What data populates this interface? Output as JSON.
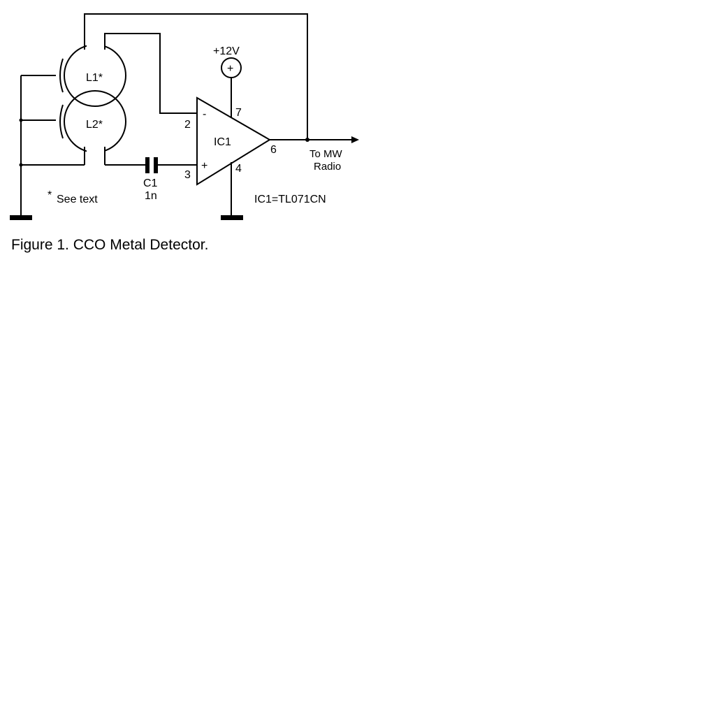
{
  "schematic": {
    "coil_l1": "L1*",
    "coil_l2": "L2*",
    "supply": "+12V",
    "supply_symbol": "+",
    "ic_name": "IC1",
    "inverting_symbol": "-",
    "noninverting_symbol": "+",
    "pin_inverting": "2",
    "pin_noninverting": "3",
    "pin_supply": "7",
    "pin_ground": "4",
    "pin_output": "6",
    "output_label_line1": "To MW",
    "output_label_line2": "Radio",
    "cap_name": "C1",
    "cap_value": "1n",
    "see_text_star": "*",
    "see_text": "See text",
    "ic_part": "IC1=TL071CN"
  },
  "caption": "Figure 1. CCO Metal Detector.",
  "colors": {
    "ink": "#000000",
    "background": "#ffffff"
  },
  "icons": [
    "ground-symbol",
    "capacitor-symbol",
    "opamp-triangle",
    "coil-symbol",
    "supply-symbol"
  ]
}
